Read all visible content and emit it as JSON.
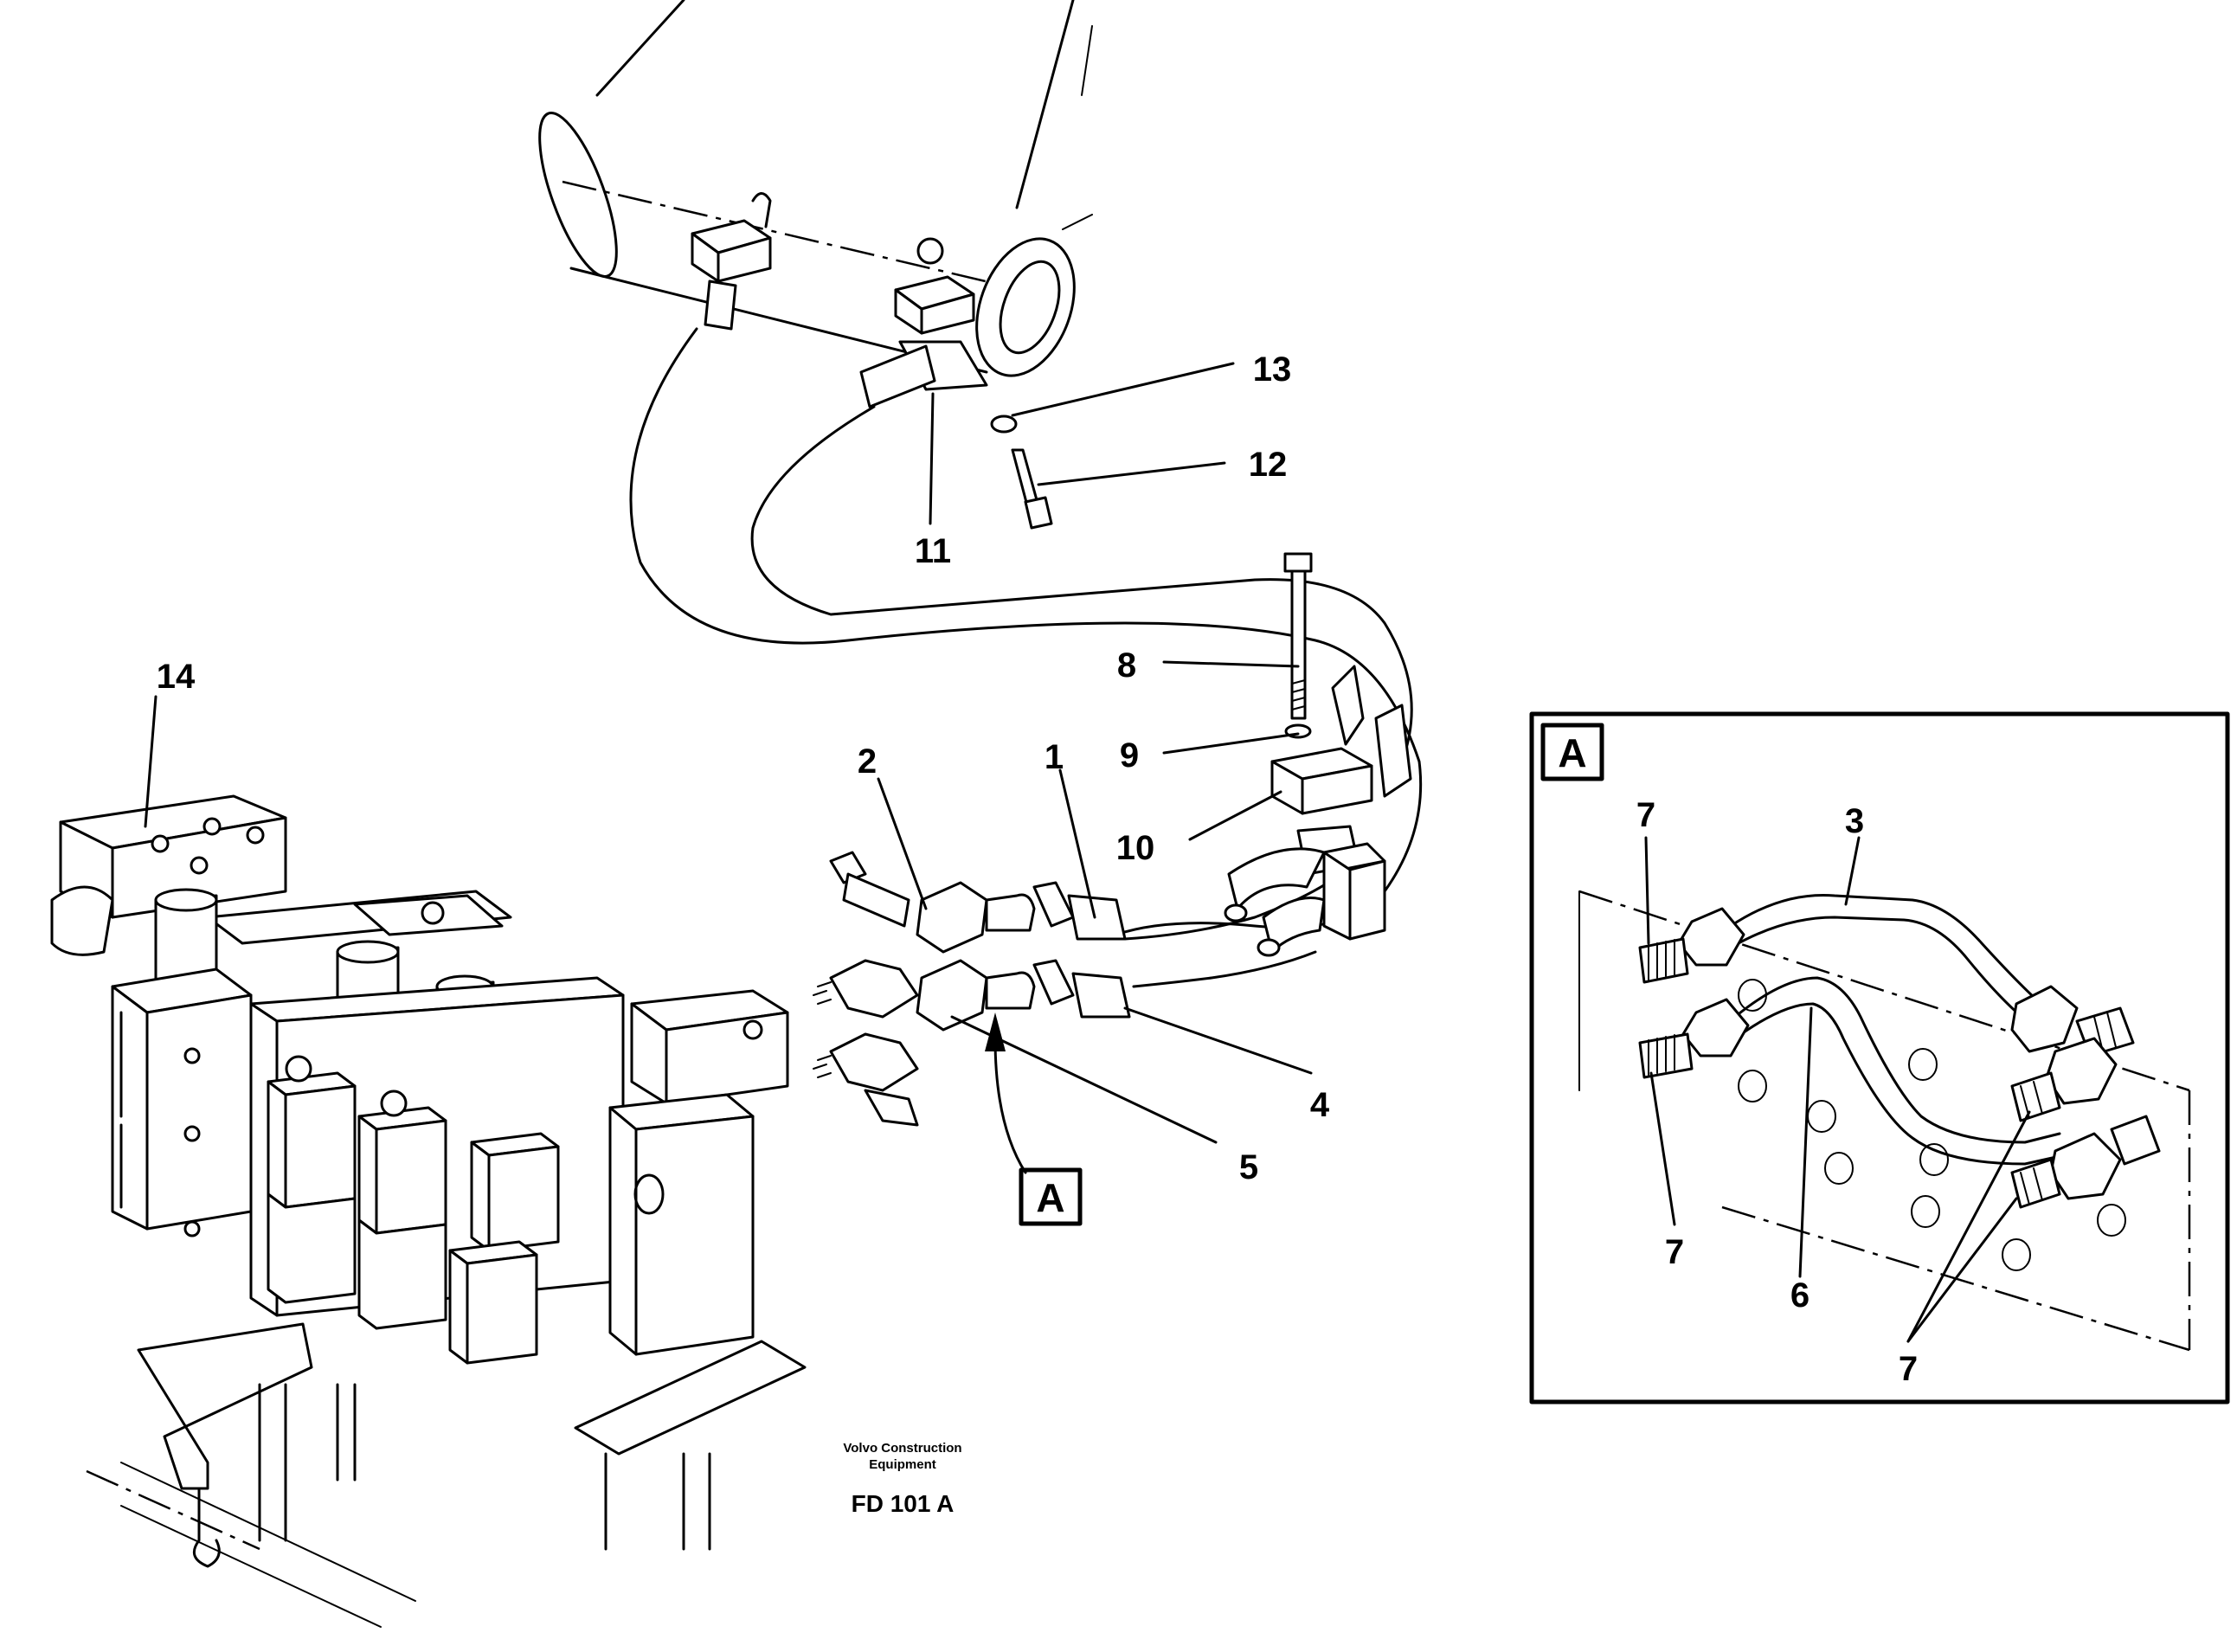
{
  "diagram": {
    "callouts": {
      "c1": "1",
      "c2": "2",
      "c3": "3",
      "c4": "4",
      "c5": "5",
      "c6": "6",
      "c7a": "7",
      "c7b": "7",
      "c7c": "7",
      "c8": "8",
      "c9": "9",
      "c10": "10",
      "c11": "11",
      "c12": "12",
      "c13": "13",
      "c14": "14"
    },
    "view_marker_label": "A",
    "detail_view_label": "A",
    "caption_line1": "Volvo Construction",
    "caption_line2": "Equipment",
    "figure_id": "FD 101 A"
  }
}
